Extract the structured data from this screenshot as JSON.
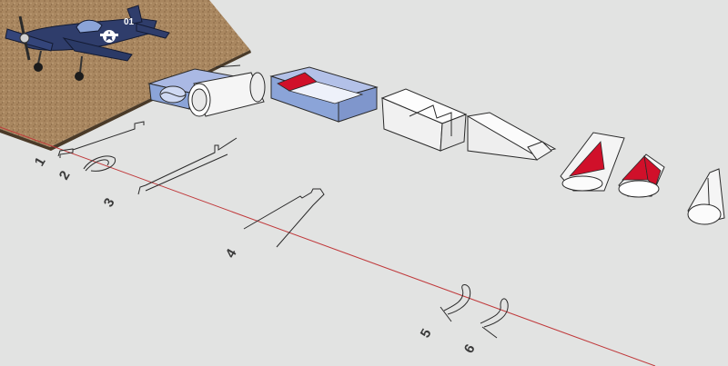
{
  "viewport": {
    "background": "#e2e3e2",
    "ground_color": "#a98760",
    "axis_color": "#c0393b"
  },
  "model": {
    "aircraft_markings": "01",
    "aircraft_color": "#2f3d6b",
    "insignia_icon": "star-icon",
    "glass_color": "#8ba4d8",
    "accent_red": "#d0102a",
    "surface_white": "#f6f6f6"
  },
  "parts": [
    {
      "name": "transparent-engine-box"
    },
    {
      "name": "cylinder-tube"
    },
    {
      "name": "transparent-fuselage-section"
    },
    {
      "name": "white-fuselage-block"
    },
    {
      "name": "tapered-tail-section"
    },
    {
      "name": "cone-section-red-interior"
    },
    {
      "name": "red-split-cone"
    },
    {
      "name": "tail-cone"
    }
  ],
  "profiles": [
    {
      "label": "1"
    },
    {
      "label": "2"
    },
    {
      "label": "3"
    },
    {
      "label": "4"
    },
    {
      "label": "5"
    },
    {
      "label": "6"
    }
  ]
}
